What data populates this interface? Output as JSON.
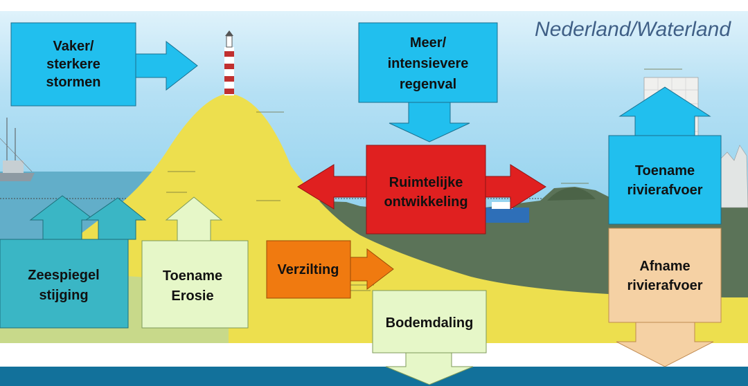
{
  "header": {
    "title_part1": "Nederland",
    "title_sep": "/",
    "title_part2": "Waterland"
  },
  "boxes": {
    "storms": [
      "Vaker/",
      "sterkere",
      "stormen"
    ],
    "rain": [
      "Meer/",
      "intensievere",
      "regenval"
    ],
    "spatial": [
      "Ruimtelijke",
      "ontwikkeling"
    ],
    "river_up": [
      "Toename",
      "rivierafvoer"
    ],
    "river_down": [
      "Afname",
      "rivierafvoer"
    ],
    "sea": [
      "Zeespiegel",
      "stijging"
    ],
    "erosion": [
      "Toename",
      "Erosie"
    ],
    "salt": [
      "Verzilting"
    ],
    "subsidence": [
      "Bodemdaling"
    ]
  },
  "colors": {
    "sky": "#6ec3e8",
    "dune": "#eddf4e",
    "land": "#5b7358",
    "sea": "#62aec9",
    "cyan_box": "#21bfee",
    "red_box": "#e02020",
    "orange_box": "#f07a10",
    "pale_green_box": "#e6f7c8",
    "peach_box": "#f5d1a4",
    "footer": "#12719b"
  },
  "icons": [
    "lighthouse-icon",
    "ship-icon",
    "skyscraper-icon",
    "boat-icon"
  ]
}
